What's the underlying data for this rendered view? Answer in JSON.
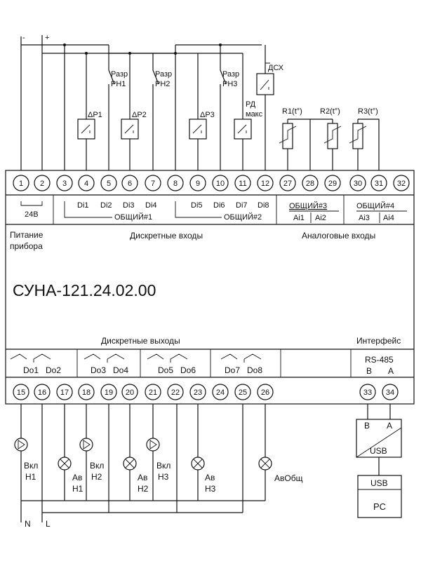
{
  "supply": {
    "minus": "-",
    "plus": "+"
  },
  "terminals_top": [
    "1",
    "2",
    "3",
    "4",
    "5",
    "6",
    "7",
    "8",
    "9",
    "10",
    "11",
    "12",
    "27",
    "28",
    "29",
    "30",
    "31",
    "32"
  ],
  "terminals_bottom": [
    "15",
    "16",
    "17",
    "18",
    "19",
    "20",
    "21",
    "22",
    "23",
    "24",
    "25",
    "26"
  ],
  "terminals_iface": [
    "33",
    "34"
  ],
  "top_row": {
    "v24": "24В",
    "di_a": [
      "Di1",
      "Di2",
      "Di3",
      "Di4"
    ],
    "common1": "ОБЩИЙ#1",
    "di_b": [
      "Di5",
      "Di6",
      "Di7",
      "Di8"
    ],
    "common2": "ОБЩИЙ#2",
    "common3": "ОБЩИЙ#3",
    "ai_a": [
      "Ai1",
      "Ai2"
    ],
    "common4": "ОБЩИЙ#4",
    "ai_b": [
      "Ai3",
      "Ai4"
    ]
  },
  "body": {
    "power_l1": "Питание",
    "power_l2": "прибора",
    "discrete_inputs": "Дискретные входы",
    "analog_inputs": "Аналоговые входы",
    "model": "СУНА-121.24.02.00",
    "discrete_outputs": "Дискретные выходы",
    "interface": "Интерфейс"
  },
  "bottom_row": {
    "outputs": [
      "Do1",
      "Do2",
      "Do3",
      "Do4",
      "Do5",
      "Do6",
      "Do7",
      "Do8"
    ],
    "rs485": "RS-485",
    "b": "B",
    "a": "A"
  },
  "field_inputs": {
    "p1": "ΔР1",
    "p2": "ΔР2",
    "p3": "ΔР3",
    "razr": "Разр",
    "rn1": "РН1",
    "rn2": "РН2",
    "rn3": "РН3",
    "rd1": "РД",
    "rd2": "макс",
    "dsh": "ДСХ",
    "r1": "R1(t°)",
    "r2": "R2(t°)",
    "r3": "R3(t°)"
  },
  "field_outputs": {
    "vkl": "Вкл",
    "av": "Ав",
    "h1": "Н1",
    "h2": "Н2",
    "h3": "Н3",
    "avobsh": "АвОбщ"
  },
  "converter": {
    "b": "B",
    "a": "A",
    "usb": "USB"
  },
  "pc": {
    "usb": "USB",
    "label": "PC"
  },
  "mains": {
    "n": "N",
    "l": "L"
  }
}
